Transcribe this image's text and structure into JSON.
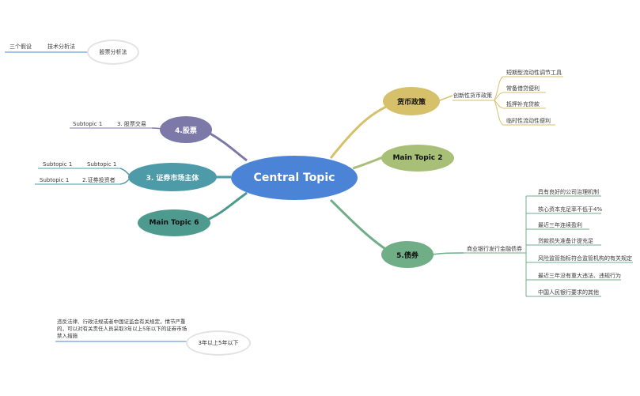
{
  "center": "Central Topic",
  "nodes": {
    "monetary": "货币政策",
    "main2": "Main Topic 2",
    "bonds": "5.债券",
    "main6": "Main Topic 6",
    "securities_body": "3. 证券市场主体",
    "stocks": "4.股票"
  },
  "monetary": {
    "branch": "创新性货币政策",
    "items": [
      "短期型流动性调节工具",
      "常备借贷便利",
      "抵押补充贷款",
      "临时性流动性便利"
    ]
  },
  "bonds": {
    "branch": "商业银行发行金融债券",
    "items": [
      "具有良好的公司治理机制",
      "核心资本充足率不低于4%",
      "最近三年连续盈利",
      "贷款损失准备计提充足",
      "风险监管指标符合监管机构的有关规定",
      "最近三年没有重大违法、违规行为",
      "中国人民银行要求的其他"
    ]
  },
  "stocks": {
    "sub": "3. 股票交易",
    "leaf": "Subtopic 1"
  },
  "securities_body": {
    "sub1": "Subtopic 1",
    "sub1_leaf": "Subtopic 1",
    "sub2": "2.证券投资者",
    "sub2_leaf": "Subtopic 1"
  },
  "floating1": {
    "root": "股票分析法",
    "sub": "技术分析法",
    "leaf": "三个假设"
  },
  "floating2": {
    "root": "3年以上5年以下",
    "note": "违反法律、行政法规或者中国证监会有关规定，情节严重的，可以对有关责任人员采取3年以上5年以下的证券市场禁入措施"
  },
  "colors": {
    "center": "#4b84d6",
    "monetary": "#d7c06a",
    "main2": "#a7bf77",
    "bonds": "#6fae87",
    "main6": "#4e9a8f",
    "securities_body": "#4d9aa8",
    "stocks": "#7c78a8",
    "floating_line": "#4b84d6"
  }
}
